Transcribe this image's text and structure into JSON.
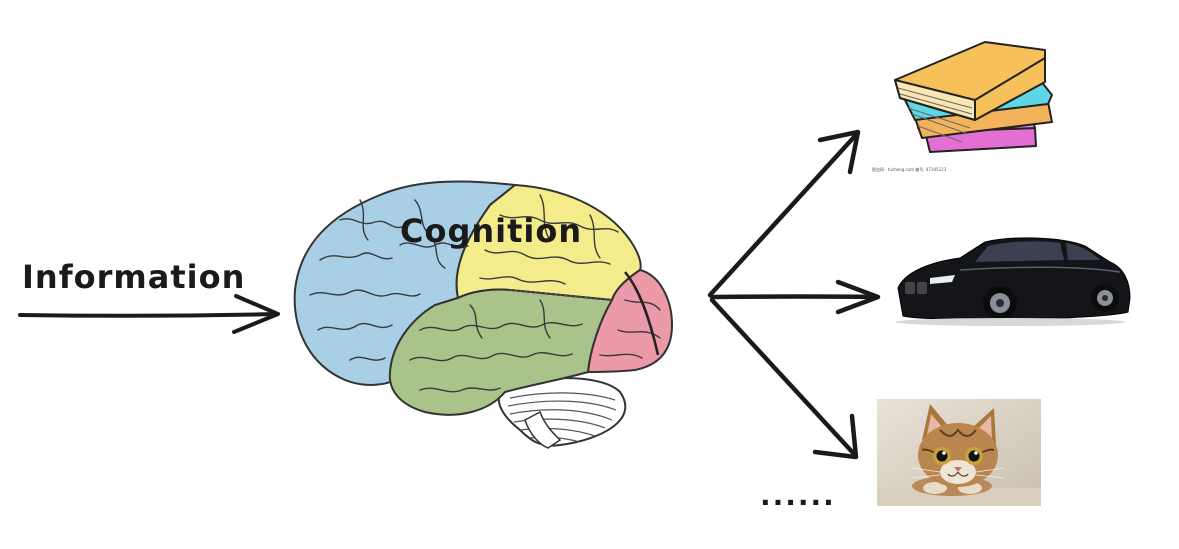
{
  "diagram": {
    "input_label": "Information",
    "center_label": "Cognition",
    "ellipsis": "......",
    "outputs": [
      {
        "name": "books",
        "icon": "books-icon"
      },
      {
        "name": "car",
        "icon": "car-icon"
      },
      {
        "name": "cat",
        "icon": "cat-photo"
      }
    ],
    "books_caption": "图虫网 · tuchong.com   编号: 47345123"
  },
  "colors": {
    "ink": "#1a1a1a",
    "frontal_lobe": "#a9cfe6",
    "parietal_lobe": "#f4ec8b",
    "temporal_lobe": "#a9c38a",
    "occipital_lobe": "#ec9aa8",
    "cerebellum": "#ffffff"
  }
}
